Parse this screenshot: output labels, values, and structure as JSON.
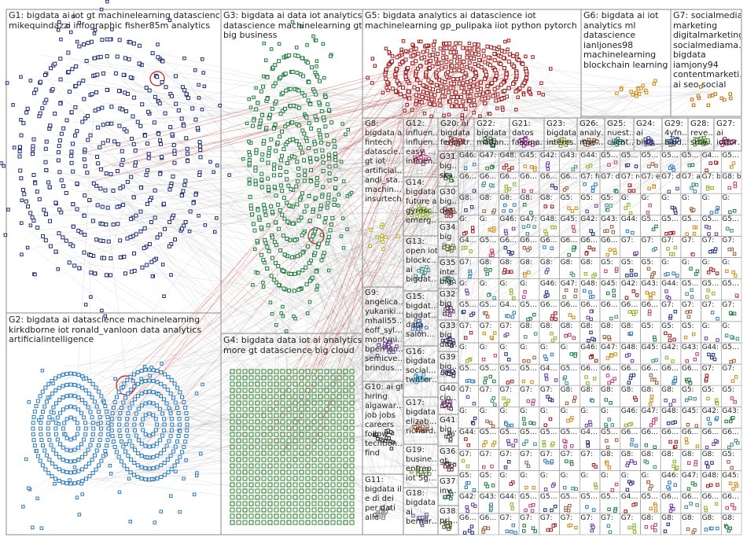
{
  "graph_title": "",
  "groups": [
    {
      "id": "G1",
      "text": "G1: bigdata ai iot gt machinelearning datascience\nmikequindazzi infographic fisher85m analytics",
      "color": "#1c2a78"
    },
    {
      "id": "G2",
      "text": "G2: bigdata ai datascience machinelearning\nkirkdborne iot ronald_vanloon data analytics\nartificialintelligence",
      "color": "#2a7ac0"
    },
    {
      "id": "G3",
      "text": "G3: bigdata ai data iot analytics\ndatascience machinelearning gt\nbig business",
      "color": "#1a7a3a"
    },
    {
      "id": "G4",
      "text": "G4: bigdata data iot ai analytics\nmore gt datascience big cloud",
      "color": "#2a8a2a"
    },
    {
      "id": "G5",
      "text": "G5: bigdata analytics ai datascience iot\nmachinelearning gp_pulipaka iiot python pytorch",
      "color": "#a01818"
    },
    {
      "id": "G6",
      "text": "G6: bigdata ai iot\nanalytics ml\ndatascience\nianljones98\nmachinelearning\nblockchain learning",
      "color": "#d08a10"
    },
    {
      "id": "G7",
      "text": "G7: socialmedia\nmarketing\ndigitalmarketing\nsocialmediama…\nbigdata\niamjony94\ncontentmarketi…\nai seo social",
      "color": "#c06a00"
    },
    {
      "id": "G8",
      "text": "G8:\nbigdata ai\nfintech\ndatascie…\ngt iot\nartificial…\nandi_sta…\nmachin…\ninsurtech",
      "color": "#b0b020"
    },
    {
      "id": "G9",
      "text": "G9:\nangelica…\nyukariki…\nmhall55…\neoff_syl…\nmontyni…\nbperrion…\nsemicve…\nbrindus…",
      "color": "#6a3aa0"
    },
    {
      "id": "G10",
      "text": "G10: ai gt\nhiring\naigawar…\njob jobs\ncareers\nfollow\ntechtion…\nfind",
      "color": "#2a2a2a"
    },
    {
      "id": "G11",
      "text": "G11:\nbigdata il\ne di dei\nper dati\nalle",
      "color": "#7a7a7a"
    },
    {
      "id": "G12",
      "text": "G12:\ninfluen…\ninfluen…\neasy_…\ninfluen…",
      "color": "#c03a7a"
    },
    {
      "id": "G13",
      "text": "G13:\nopen iot\nblockc…\nai\nbigdat…",
      "color": "#3a8a8a"
    },
    {
      "id": "G14",
      "text": "G14:\nbigdata\nfuture ai\ngyrosc…\nemerg…",
      "color": "#8ab020"
    },
    {
      "id": "G15",
      "text": "G15:\nbigdat…\nbigdat…\ndata\nsalon…",
      "color": "#4a6ab0"
    },
    {
      "id": "G16",
      "text": "G16:\nbigdata\nsocial…\ntwitter…",
      "color": "#2a9ad0"
    },
    {
      "id": "G17",
      "text": "G17:\nbigdata\nelizab…\nrichard…",
      "color": "#9a5a3a"
    },
    {
      "id": "G18",
      "text": "G18:\nbigdata\nai\nbernar…",
      "color": "#5a5a9a"
    },
    {
      "id": "G19",
      "text": "G19:\nbusine…\nentrep…\niot 5g…",
      "color": "#6a8a4a"
    },
    {
      "id": "G20",
      "text": "G20: ai\nbigdata\nferbeltr…",
      "color": "#a03a3a"
    },
    {
      "id": "G21",
      "text": "G21:\ndatos\nfascina…",
      "color": "#8a2a8a"
    },
    {
      "id": "G22",
      "text": "G22:\nbigdata\nmadan…",
      "color": "#2a5a2a"
    },
    {
      "id": "G23",
      "text": "G23:\nbigdata\ninteres…",
      "color": "#8a8a2a"
    },
    {
      "id": "G24",
      "text": "G24:\nai\nbigd…",
      "color": "#3a3aa0"
    },
    {
      "id": "G25",
      "text": "G25:\nnuest…\nclient…",
      "color": "#2a7a7a"
    },
    {
      "id": "G26",
      "text": "G26:\nanaly…\nmsc…",
      "color": "#7a4a2a"
    },
    {
      "id": "G27",
      "text": "G27:\nai\niotfor…",
      "color": "#a02a6a"
    },
    {
      "id": "G28",
      "text": "G28:\nreve…\nsma…",
      "color": "#4a8a2a"
    },
    {
      "id": "G29",
      "text": "G29:\n4yfn…\nbigd…",
      "color": "#2a4a8a"
    },
    {
      "id": "G30",
      "text": "G30:\nbig…\ndat…",
      "color": "#8a3a3a"
    },
    {
      "id": "G31",
      "text": "G31:\nbig…\nska…",
      "color": "#3a6a3a"
    },
    {
      "id": "G32",
      "text": "G32:\nbig",
      "color": "#6a3a6a"
    },
    {
      "id": "G33",
      "text": "G33:\nbig\ndair…",
      "color": "#3a3a6a"
    },
    {
      "id": "G34",
      "text": "G34:\nbig",
      "color": "#6a6a3a"
    },
    {
      "id": "G35",
      "text": "G35:\ninte…\nbig…",
      "color": "#3a6a6a"
    },
    {
      "id": "G36",
      "text": "G36:\ngt…",
      "color": "#5a2a2a"
    },
    {
      "id": "G37",
      "text": "G37:\ninv…",
      "color": "#2a5a5a"
    },
    {
      "id": "G38",
      "text": "G38:\npri…",
      "color": "#5a5a2a"
    },
    {
      "id": "G39",
      "text": "G39:\nbig…",
      "color": "#2a2a5a"
    },
    {
      "id": "G40",
      "text": "G40:\ncio…",
      "color": "#5a2a5a"
    },
    {
      "id": "G41",
      "text": "G41:\nbig…",
      "color": "#4a4a4a"
    }
  ],
  "mini_labels": [
    "G46: big…",
    "G47: real…",
    "G48: big…",
    "G45: telli…",
    "G42: big…",
    "G43: add…",
    "G44: top…",
    "G5… big…",
    "G5… tod…",
    "G5… ex…",
    "G5… sh…",
    "G5… net…",
    "G4… big…",
    "G5… list…",
    "G6… ea…",
    "G6… th…",
    "G6… big…",
    "G6… bi…",
    "G6… de…",
    "G6… big…",
    "G7: fun…",
    "G7: dat…",
    "G7: ros…",
    "G7: eu…",
    "G7: dig…",
    "G7: an…",
    "G7: big…",
    "G8: big…",
    "G8: sql…",
    "G8: tou…",
    "G8: ka…",
    "G8: big…",
    "G8: big…",
    "G5: lat…",
    "G5: bi…",
    "G5: big…",
    "G: a",
    "G: mi…",
    "G: 2…",
    "G: bi…",
    "G: da…",
    "G: w…",
    "G: inf…",
    "G: ro…"
  ]
}
